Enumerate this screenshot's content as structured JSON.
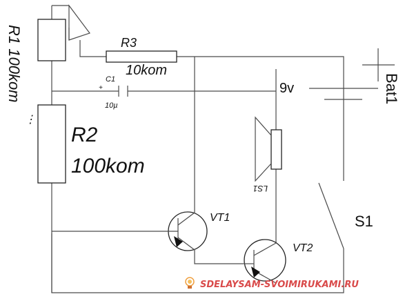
{
  "components": {
    "r1": {
      "label": "R1 100kom"
    },
    "r2": {
      "label_top": "R2",
      "label_bottom": "100kom"
    },
    "r3": {
      "label_top": "R3",
      "label_bottom": "10kom"
    },
    "c1": {
      "label_top": "C1",
      "label_bottom": "10µ",
      "polarity": "+"
    },
    "battery": {
      "label": "Bat1",
      "voltage": "9v"
    },
    "speaker": {
      "label": "LS1"
    },
    "vt1": {
      "label": "VT1"
    },
    "vt2": {
      "label": "VT2"
    },
    "s1": {
      "label": "S1"
    }
  },
  "watermark": {
    "text": "SDELAYSAM-SVOIMIRUKAMI.RU",
    "color": "#d94a4a"
  }
}
